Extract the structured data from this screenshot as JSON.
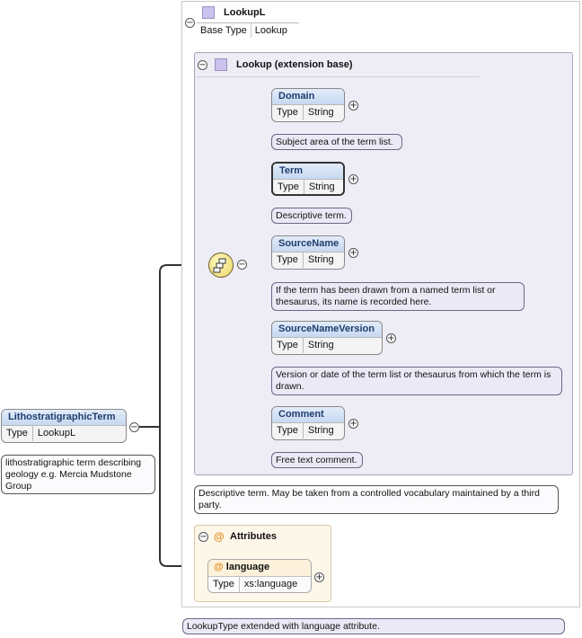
{
  "complex_type": {
    "title": "LookupL",
    "base_type_key": "Base Type",
    "base_type_value": "Lookup"
  },
  "extension": {
    "title": "Lookup (extension base)"
  },
  "root": {
    "name": "LithostratigraphicTerm",
    "type_key": "Type",
    "type_value": "LookupL",
    "annotation": "lithostratigraphic term describing geology e.g. Mercia Mudstone Group"
  },
  "elements": [
    {
      "name": "Domain",
      "type_key": "Type",
      "type_value": "String",
      "annotation": "Subject area of the term list."
    },
    {
      "name": "Term",
      "type_key": "Type",
      "type_value": "String",
      "annotation": "Descriptive term."
    },
    {
      "name": "SourceName",
      "type_key": "Type",
      "type_value": "String",
      "annotation": "If the term has been drawn from a named term list or thesaurus, its name is recorded here."
    },
    {
      "name": "SourceNameVersion",
      "type_key": "Type",
      "type_value": "String",
      "annotation": "Version or date of the term list or thesaurus from which the term is drawn."
    },
    {
      "name": "Comment",
      "type_key": "Type",
      "type_value": "String",
      "annotation": "Free text comment."
    }
  ],
  "extension_annotation": "Descriptive term. May be taken from a controlled vocabulary maintained by a third party.",
  "attributes": {
    "title": "Attributes",
    "items": [
      {
        "name": "language",
        "type_key": "Type",
        "type_value": "xs:language"
      }
    ]
  },
  "complex_type_annotation": "LookupType extended with language attribute.",
  "glyphs": {
    "collapse": "⊖",
    "expand": "+",
    "minus": "−",
    "at": "@"
  },
  "colors": {
    "element_header": "#c7d8f1",
    "extension_bg": "#eeecf5",
    "attributes_bg": "#fdf7ea",
    "sequence": "#ecd565",
    "attribute_at": "#e28a1c"
  }
}
